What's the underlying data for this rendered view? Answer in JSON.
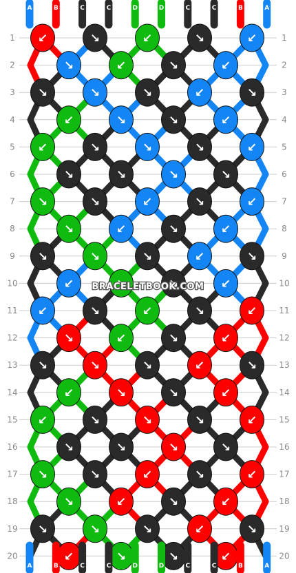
{
  "watermark": "BRACELETBOOK.COM",
  "colors": {
    "A": "#1485f4",
    "B": "#ff0000",
    "C": "#2a2a2a",
    "D": "#0fbb0f",
    "row_line": "#cccccc",
    "row_number": "#888888"
  },
  "strands_top": [
    "A",
    "B",
    "C",
    "C",
    "D",
    "D",
    "C",
    "C",
    "B",
    "A"
  ],
  "strands_bottom": [
    "A",
    "B",
    "C",
    "C",
    "D",
    "D",
    "C",
    "C",
    "B",
    "A"
  ],
  "rows": [
    {
      "number": "1",
      "knots": [
        {
          "color": "B",
          "arrow": "↙"
        },
        {
          "color": "C",
          "arrow": "↘"
        },
        {
          "color": "D",
          "arrow": "↙"
        },
        {
          "color": "C",
          "arrow": "↘"
        },
        {
          "color": "A",
          "arrow": "↙"
        }
      ]
    },
    {
      "number": "2",
      "knots": [
        {
          "color": "A",
          "arrow": "↘"
        },
        {
          "color": "D",
          "arrow": "↙"
        },
        {
          "color": "C",
          "arrow": "↘"
        },
        {
          "color": "A",
          "arrow": "↙"
        }
      ]
    },
    {
      "number": "3",
      "knots": [
        {
          "color": "C",
          "arrow": "↘"
        },
        {
          "color": "A",
          "arrow": "↘"
        },
        {
          "color": "C",
          "arrow": "↘"
        },
        {
          "color": "A",
          "arrow": "↙"
        },
        {
          "color": "C",
          "arrow": "↘"
        }
      ]
    },
    {
      "number": "4",
      "knots": [
        {
          "color": "D",
          "arrow": "↙"
        },
        {
          "color": "A",
          "arrow": "↘"
        },
        {
          "color": "C",
          "arrow": "↘"
        },
        {
          "color": "A",
          "arrow": "↙"
        }
      ]
    },
    {
      "number": "5",
      "knots": [
        {
          "color": "D",
          "arrow": "↙"
        },
        {
          "color": "C",
          "arrow": "↘"
        },
        {
          "color": "A",
          "arrow": "↘"
        },
        {
          "color": "C",
          "arrow": "↘"
        },
        {
          "color": "A",
          "arrow": "↙"
        }
      ]
    },
    {
      "number": "6",
      "knots": [
        {
          "color": "C",
          "arrow": "↘"
        },
        {
          "color": "C",
          "arrow": "↘"
        },
        {
          "color": "A",
          "arrow": "↘"
        },
        {
          "color": "C",
          "arrow": "↘"
        }
      ]
    },
    {
      "number": "7",
      "knots": [
        {
          "color": "D",
          "arrow": "↘"
        },
        {
          "color": "C",
          "arrow": "↘"
        },
        {
          "color": "A",
          "arrow": "↙"
        },
        {
          "color": "C",
          "arrow": "↘"
        },
        {
          "color": "A",
          "arrow": "↙"
        }
      ]
    },
    {
      "number": "8",
      "knots": [
        {
          "color": "D",
          "arrow": "↘"
        },
        {
          "color": "A",
          "arrow": "↙"
        },
        {
          "color": "C",
          "arrow": "↘"
        },
        {
          "color": "A",
          "arrow": "↙"
        }
      ]
    },
    {
      "number": "9",
      "knots": [
        {
          "color": "C",
          "arrow": "↘"
        },
        {
          "color": "D",
          "arrow": "↘"
        },
        {
          "color": "C",
          "arrow": "↘"
        },
        {
          "color": "A",
          "arrow": "↙"
        },
        {
          "color": "C",
          "arrow": "↘"
        }
      ]
    },
    {
      "number": "10",
      "knots": [
        {
          "color": "A",
          "arrow": "↙"
        },
        {
          "color": "D",
          "arrow": "↘"
        },
        {
          "color": "C",
          "arrow": "↘"
        },
        {
          "color": "A",
          "arrow": "↙"
        }
      ]
    },
    {
      "number": "11",
      "knots": [
        {
          "color": "A",
          "arrow": "↙"
        },
        {
          "color": "C",
          "arrow": "↘"
        },
        {
          "color": "D",
          "arrow": "↙"
        },
        {
          "color": "C",
          "arrow": "↘"
        },
        {
          "color": "B",
          "arrow": "↙"
        }
      ]
    },
    {
      "number": "12",
      "knots": [
        {
          "color": "B",
          "arrow": "↘"
        },
        {
          "color": "D",
          "arrow": "↙"
        },
        {
          "color": "C",
          "arrow": "↘"
        },
        {
          "color": "B",
          "arrow": "↙"
        }
      ]
    },
    {
      "number": "13",
      "knots": [
        {
          "color": "C",
          "arrow": "↘"
        },
        {
          "color": "B",
          "arrow": "↘"
        },
        {
          "color": "C",
          "arrow": "↘"
        },
        {
          "color": "B",
          "arrow": "↙"
        },
        {
          "color": "C",
          "arrow": "↘"
        }
      ]
    },
    {
      "number": "14",
      "knots": [
        {
          "color": "D",
          "arrow": "↙"
        },
        {
          "color": "B",
          "arrow": "↘"
        },
        {
          "color": "C",
          "arrow": "↘"
        },
        {
          "color": "B",
          "arrow": "↙"
        }
      ]
    },
    {
      "number": "15",
      "knots": [
        {
          "color": "D",
          "arrow": "↙"
        },
        {
          "color": "C",
          "arrow": "↘"
        },
        {
          "color": "B",
          "arrow": "↘"
        },
        {
          "color": "C",
          "arrow": "↘"
        },
        {
          "color": "B",
          "arrow": "↙"
        }
      ]
    },
    {
      "number": "16",
      "knots": [
        {
          "color": "C",
          "arrow": "↘"
        },
        {
          "color": "C",
          "arrow": "↘"
        },
        {
          "color": "B",
          "arrow": "↘"
        },
        {
          "color": "C",
          "arrow": "↘"
        }
      ]
    },
    {
      "number": "17",
      "knots": [
        {
          "color": "D",
          "arrow": "↘"
        },
        {
          "color": "C",
          "arrow": "↘"
        },
        {
          "color": "B",
          "arrow": "↙"
        },
        {
          "color": "C",
          "arrow": "↘"
        },
        {
          "color": "B",
          "arrow": "↙"
        }
      ]
    },
    {
      "number": "18",
      "knots": [
        {
          "color": "D",
          "arrow": "↘"
        },
        {
          "color": "B",
          "arrow": "↙"
        },
        {
          "color": "C",
          "arrow": "↘"
        },
        {
          "color": "B",
          "arrow": "↙"
        }
      ]
    },
    {
      "number": "19",
      "knots": [
        {
          "color": "C",
          "arrow": "↘"
        },
        {
          "color": "D",
          "arrow": "↘"
        },
        {
          "color": "C",
          "arrow": "↘"
        },
        {
          "color": "B",
          "arrow": "↙"
        },
        {
          "color": "C",
          "arrow": "↘"
        }
      ]
    },
    {
      "number": "20",
      "knots": [
        {
          "color": "B",
          "arrow": "↙"
        },
        {
          "color": "D",
          "arrow": "↘"
        },
        {
          "color": "C",
          "arrow": "↘"
        },
        {
          "color": "B",
          "arrow": "↙"
        }
      ]
    }
  ]
}
